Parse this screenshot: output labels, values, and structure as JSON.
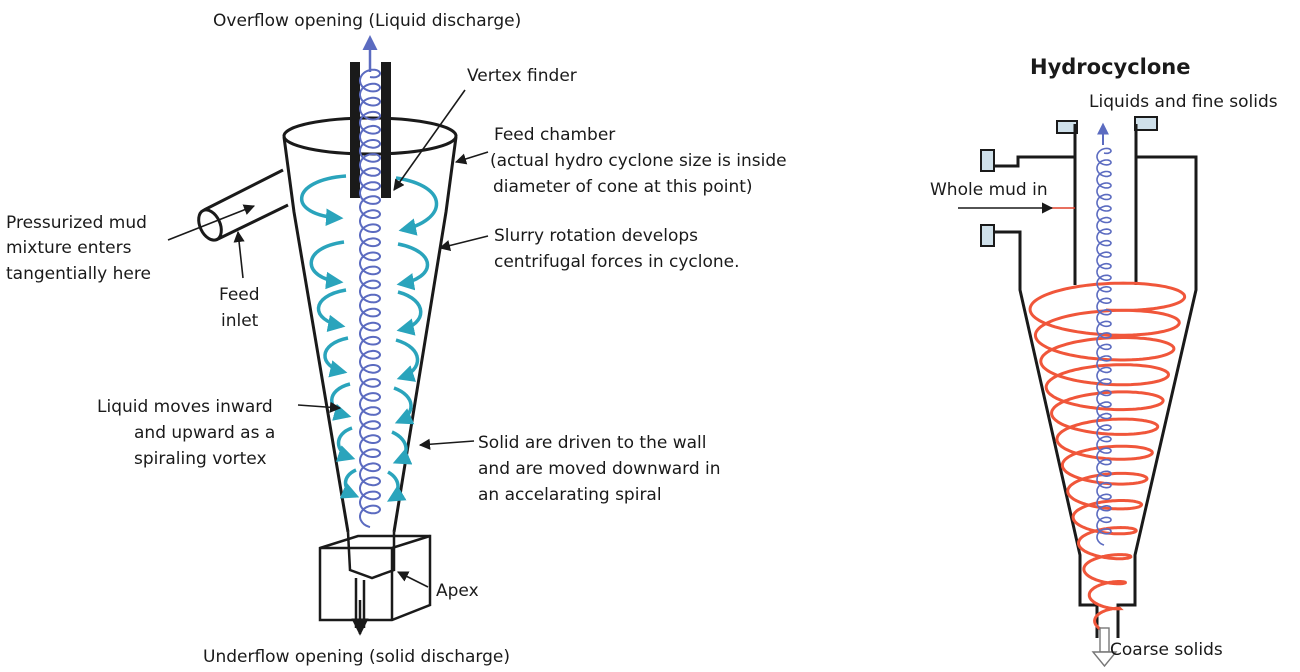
{
  "left_diagram": {
    "overflow_label": "Overflow opening (Liquid discharge)",
    "vortex_finder_label": "Vertex finder",
    "feed_chamber_label": [
      "Feed chamber",
      "(actual hydro cyclone size is inside",
      "diameter of cone at this point)"
    ],
    "pressurized_label": [
      "Pressurized mud",
      "mixture enters",
      "tangentially here"
    ],
    "feed_inlet_label": [
      "Feed",
      "inlet"
    ],
    "slurry_label": [
      "Slurry rotation develops",
      "centrifugal forces in cyclone."
    ],
    "liquid_label": [
      "Liquid moves inward",
      "and upward as a",
      "spiraling vortex"
    ],
    "solid_label": [
      "Solid are driven to the wall",
      "and are moved downward in",
      "an accelarating spiral"
    ],
    "apex_label": "Apex",
    "underflow_label": "Underflow opening (solid discharge)"
  },
  "right_diagram": {
    "title": "Hydrocyclone",
    "top_label": "Liquids and fine solids",
    "inlet_label": "Whole mud in",
    "bottom_label": "Coarse solids"
  },
  "colors": {
    "outline": "#1a1a1a",
    "liquid_spiral": "#5b6bc0",
    "slurry_arrows": "#2aa4bc",
    "solid_spiral": "#f0563a",
    "inlet_line": "#e0402a"
  }
}
